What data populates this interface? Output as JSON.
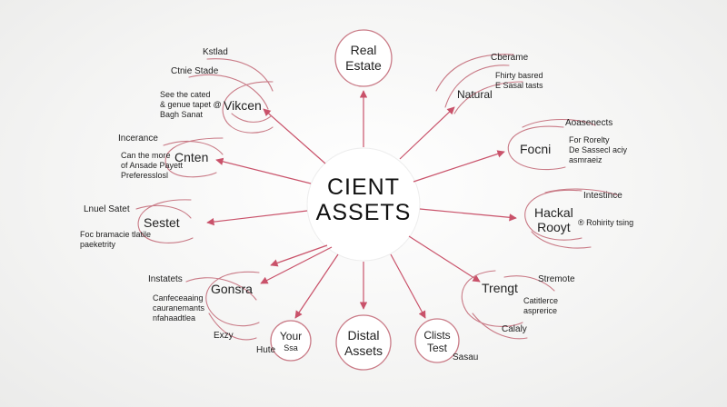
{
  "colors": {
    "arrow": "#c9526a",
    "stroke": "#c97a86",
    "text": "#1a1a1a"
  },
  "center": {
    "line1": "CIENT",
    "line2": "ASSETS"
  },
  "top_nodes": {
    "real_estate": {
      "line1": "Real",
      "line2": "Estate"
    }
  },
  "bottom_nodes": {
    "your": {
      "line1": "Your",
      "line2": "Ssa"
    },
    "digital_assets": {
      "line1": "Distal",
      "line2": "Assets"
    },
    "clients_test": {
      "line1": "Clists",
      "line2": "Test"
    }
  },
  "left_nodes": {
    "vikcen": {
      "title": "Vikcen",
      "top1": "Kstlad",
      "top2": "Ctnie Stade",
      "sub": "See the cated\n& genue tapet @\nBagh Sanat"
    },
    "cnten": {
      "title": "Cnten",
      "top1": "Incerance",
      "sub": "Can the more\nof Ansade Payett\nPreferesslosl"
    },
    "sestet": {
      "title": "Sestet",
      "top1": "Lnuel Satet",
      "sub": "Foc bramacie tlatile\npaeketrity"
    },
    "gonsra": {
      "title": "Gonsra",
      "top1": "Instatets",
      "sub": "Canfeceaaing\ncauranemants\nnfahaadtlea",
      "bottom": "Exzy"
    }
  },
  "right_nodes": {
    "natural": {
      "title": "Natural",
      "top1": "Cberame",
      "sub": "Fhirty basred\nE Sasal tasts"
    },
    "focni": {
      "title": "Focni",
      "top1": "Aoasenects",
      "sub": "For Rorelty\nDe Sassecl aciy\nasmraeiz"
    },
    "hackal": {
      "title": "Hackal\nRooyt",
      "top1": "Intestince",
      "sub": "® Rohirity tsing"
    },
    "trengt": {
      "title": "Trengt",
      "top1": "Stremote",
      "sub": "Catitlerce\nasprerice",
      "bottom": "Calaly"
    }
  },
  "extra_labels": {
    "hute": "Hute",
    "sasau": "Sasau"
  }
}
